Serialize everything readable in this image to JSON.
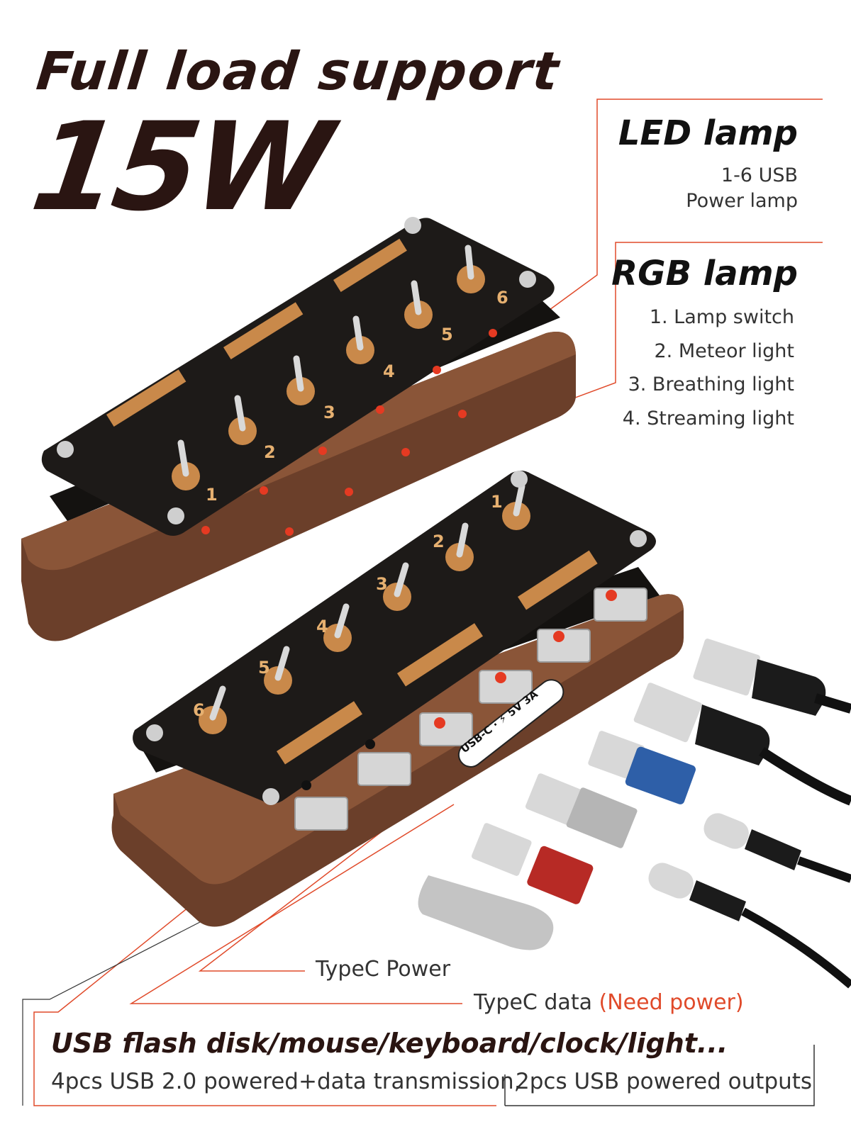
{
  "headline": "Full load support",
  "power_rating": "15W",
  "led_lamp": {
    "title": "LED lamp",
    "lines": [
      "1-6 USB",
      "Power lamp"
    ]
  },
  "rgb_lamp": {
    "title": "RGB lamp",
    "modes": [
      "1. Lamp switch",
      "2. Meteor light",
      "3. Breathing light",
      "4. Streaming light"
    ]
  },
  "typec_power_label": "TypeC Power",
  "typec_data": {
    "label": "TypeC data",
    "note": "(Need power)"
  },
  "port_badge": {
    "left": "USB-C",
    "right": "5V 3A"
  },
  "toggle_numbers": [
    "1",
    "2",
    "3",
    "4",
    "5",
    "6"
  ],
  "devices_title": "USB flash disk/mouse/keyboard/clock/light...",
  "usb_desc_left": "4pcs USB 2.0 powered+data transmission,",
  "usb_desc_right": "2pcs USB powered outputs",
  "colors": {
    "title": "#2a1512",
    "accent_line": "#e04a2a",
    "wood": "#6b3f2a",
    "board": "#1d1a18",
    "copper": "#c9894a"
  }
}
